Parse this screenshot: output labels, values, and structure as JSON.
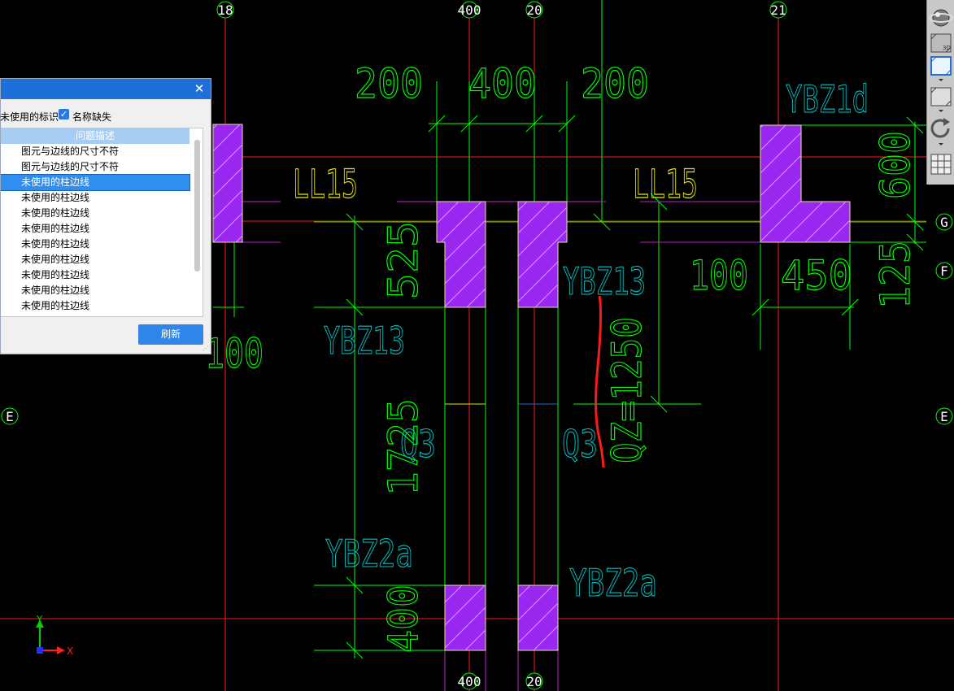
{
  "drawing": {
    "grid_bubbles": {
      "top": [
        "18",
        "400",
        "20",
        "21"
      ],
      "bottom": [
        "400",
        "20"
      ],
      "left_e": "E",
      "right": [
        "G",
        "F",
        "E"
      ]
    },
    "dimensions": {
      "top_200_left": "200",
      "top_400": "400",
      "top_200_right": "200",
      "dim_600": "600",
      "dim_525": "525",
      "dim_100_right": "100",
      "dim_450": "450",
      "dim_125": "125",
      "dim_100_left": "100",
      "dim_1725": "1725",
      "dim_400_bottom": "400",
      "qz_label": "QZ=1250"
    },
    "labels": {
      "ll15_left": "LL15",
      "ll15_right": "LL15",
      "ybz1d": "YBZ1d",
      "ybz13_right": "YBZ13",
      "ybz13_left": "YBZ13",
      "q3_left": "Q3",
      "q3_right": "Q3",
      "ybz2a_left": "YBZ2a",
      "ybz2a_right": "YBZ2a",
      "axis_x": "X",
      "axis_y": "Y"
    }
  },
  "dialog": {
    "filter_unused_label": "未使用的标识",
    "filter_missing_label": "名称缺失",
    "filter_missing_checked": true,
    "list_header": "问题描述",
    "rows": [
      "图元与边线的尺寸不符",
      "图元与边线的尺寸不符",
      "未使用的柱边线",
      "未使用的柱边线",
      "未使用的柱边线",
      "未使用的柱边线",
      "未使用的柱边线",
      "未使用的柱边线",
      "未使用的柱边线",
      "未使用的柱边线",
      "未使用的柱边线"
    ],
    "selected_row_index": 2,
    "refresh_label": "刷新"
  },
  "toolbar": {
    "icons": [
      "sphere-view-icon",
      "3d-cube-icon",
      "front-view-icon",
      "box-view-icon",
      "rotate-icon",
      "layer-grid-icon"
    ],
    "cube_label": "3D"
  },
  "colors": {
    "background": "#000000",
    "column_fill": "#9a27f0",
    "dimension": "#00ff00",
    "axis": "#ff1a1a",
    "text_cyan": "#00c8c8",
    "text_yellow": "#e5e500",
    "dialog_title": "#1f6fd8",
    "selected_row": "#2f8ef0"
  }
}
